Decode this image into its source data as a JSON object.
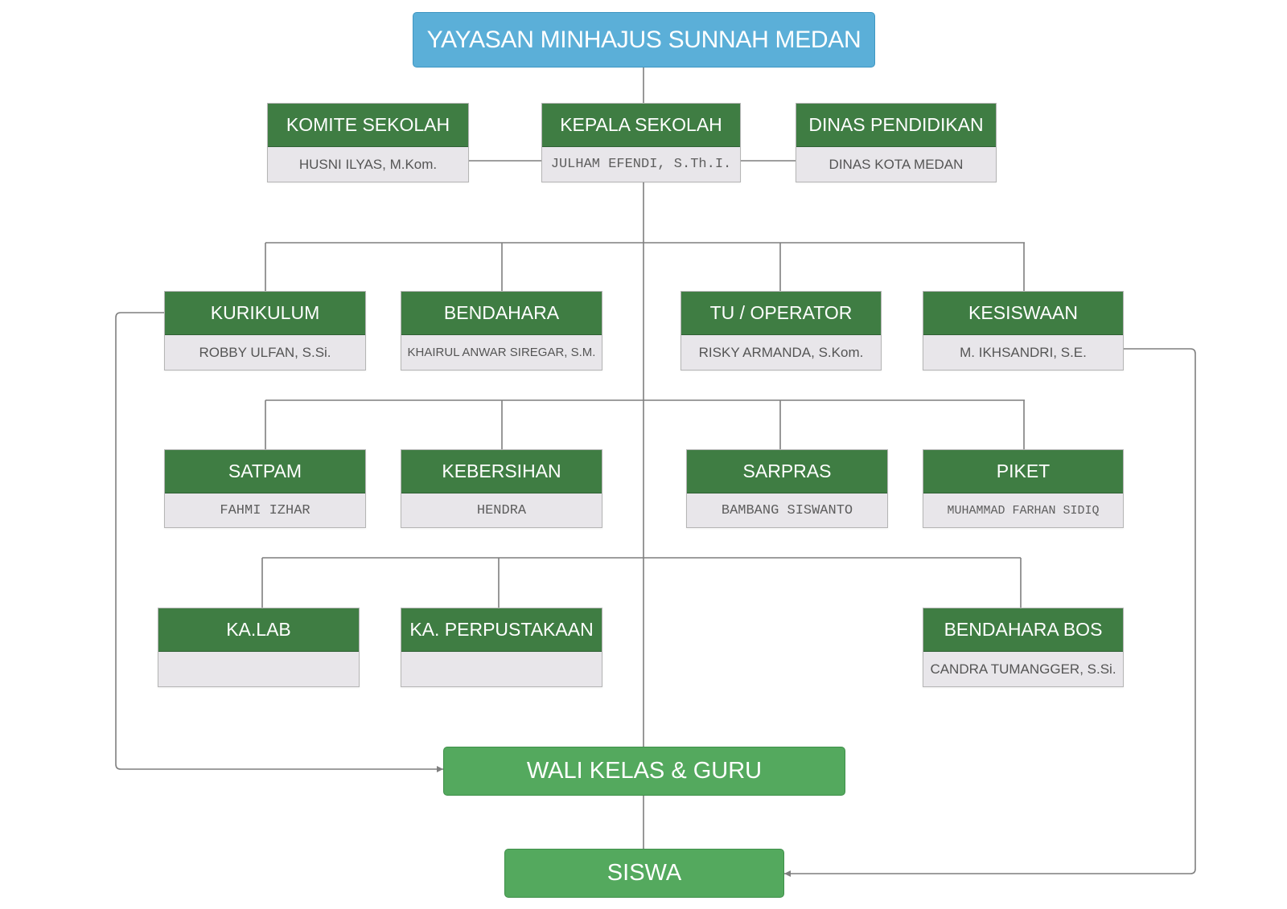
{
  "diagram": {
    "title": "YAYASAN  MINHAJUS SUNNAH MEDAN",
    "top_row": {
      "komite": {
        "role": "KOMITE SEKOLAH",
        "name": "HUSNI ILYAS, M.Kom."
      },
      "kepala": {
        "role": "KEPALA SEKOLAH",
        "name": "JULHAM EFENDI, S.Th.I."
      },
      "dinas": {
        "role": "DINAS PENDIDIKAN",
        "name": "DINAS KOTA MEDAN"
      }
    },
    "row1": [
      {
        "role": "KURIKULUM",
        "name": "ROBBY ULFAN, S.Si."
      },
      {
        "role": "BENDAHARA",
        "name": "KHAIRUL ANWAR SIREGAR, S.M."
      },
      {
        "role": "TU / OPERATOR",
        "name": "RISKY ARMANDA, S.Kom."
      },
      {
        "role": "KESISWAAN",
        "name": "M. IKHSANDRI, S.E."
      }
    ],
    "row2": [
      {
        "role": "SATPAM",
        "name": "FAHMI IZHAR"
      },
      {
        "role": "KEBERSIHAN",
        "name": "HENDRA"
      },
      {
        "role": "SARPRAS",
        "name": "BAMBANG SISWANTO"
      },
      {
        "role": "PIKET",
        "name": "MUHAMMAD FARHAN SIDIQ"
      }
    ],
    "row3": [
      {
        "role": "KA.LAB",
        "name": ""
      },
      {
        "role": "KA. PERPUSTAKAAN",
        "name": ""
      },
      {
        "role": "BENDAHARA BOS",
        "name": "CANDRA TUMANGGER, S.Si."
      }
    ],
    "wali": "WALI KELAS & GURU",
    "siswa": "SISWA"
  },
  "colors": {
    "title_fill": "#5bafd8",
    "role_header": "#3f7d43",
    "name_fill": "#e8e6ea",
    "bottom_fill": "#54a95e",
    "connector": "#7f7f7f"
  }
}
